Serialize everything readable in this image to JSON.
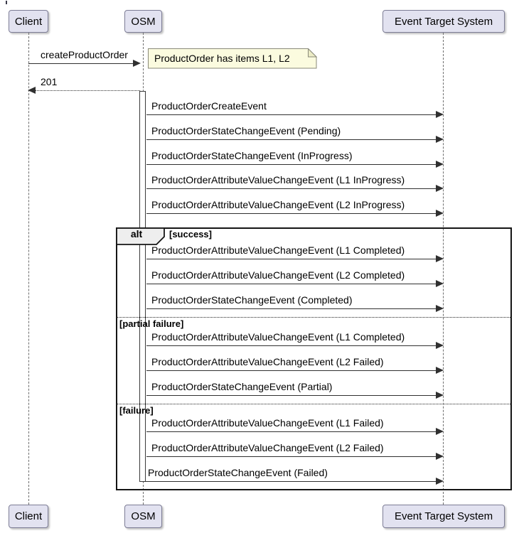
{
  "participants": [
    {
      "label": "Client"
    },
    {
      "label": "OSM"
    },
    {
      "label": "Event Target System"
    }
  ],
  "note": {
    "text": "ProductOrder has items L1, L2"
  },
  "messages": {
    "request": "createProductOrder",
    "response": "201",
    "pre_alt_events": [
      "ProductOrderCreateEvent",
      "ProductOrderStateChangeEvent (Pending)",
      "ProductOrderStateChangeEvent (InProgress)",
      "ProductOrderAttributeValueChangeEvent (L1 InProgress)",
      "ProductOrderAttributeValueChangeEvent (L2 InProgress)"
    ]
  },
  "alt_frame": {
    "operator": "alt",
    "sections": [
      {
        "guard": "[success]",
        "events": [
          "ProductOrderAttributeValueChangeEvent (L1 Completed)",
          "ProductOrderAttributeValueChangeEvent (L2 Completed)",
          "ProductOrderStateChangeEvent (Completed)"
        ]
      },
      {
        "guard": "[partial failure]",
        "events": [
          "ProductOrderAttributeValueChangeEvent (L1 Completed)",
          "ProductOrderAttributeValueChangeEvent (L2 Failed)",
          "ProductOrderStateChangeEvent (Partial)"
        ]
      },
      {
        "guard": "[failure]",
        "events": [
          "ProductOrderAttributeValueChangeEvent (L1 Failed)",
          "ProductOrderAttributeValueChangeEvent (L2 Failed)",
          "ProductOrderStateChangeEvent (Failed)"
        ]
      }
    ]
  },
  "colors": {
    "participant_fill": "#E2E2F0",
    "note_fill": "#FBFBDF",
    "frame_border": "#151515",
    "arrow": "#303030"
  }
}
